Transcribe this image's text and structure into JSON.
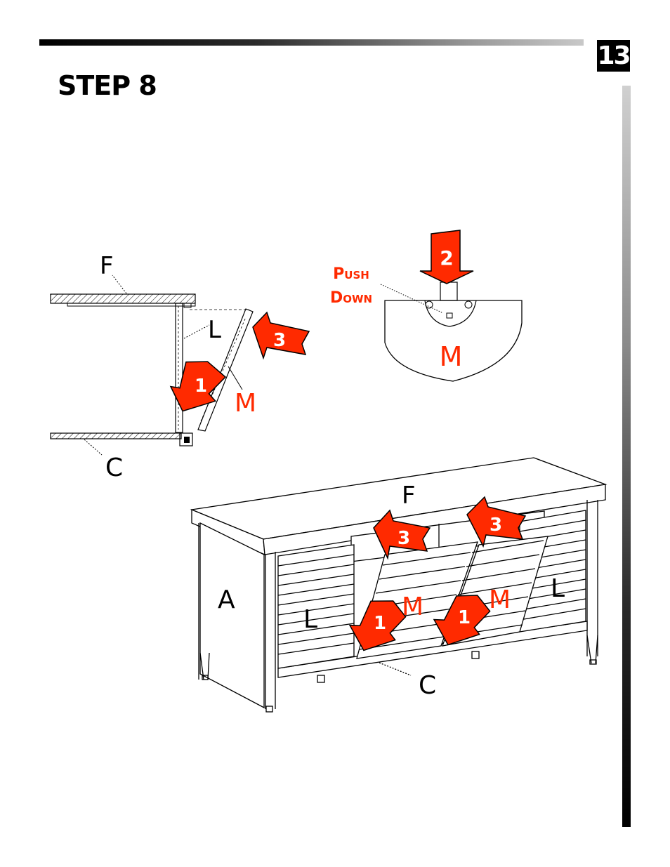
{
  "header": {
    "page_number": "13",
    "step_title": "STEP 8"
  },
  "section_view": {
    "labels": {
      "f": "F",
      "l": "L",
      "m": "M",
      "c": "C"
    },
    "arrows": [
      {
        "number": "1",
        "color": "#ff2a00"
      },
      {
        "number": "3",
        "color": "#ff2a00"
      }
    ]
  },
  "detail_view": {
    "callout_line1": "Push",
    "callout_line2": "Down",
    "label_m": "M",
    "arrow": {
      "number": "2",
      "color": "#ff2a00"
    }
  },
  "cabinet_view": {
    "labels": {
      "f": "F",
      "a": "A",
      "l_left": "L",
      "l_right": "L",
      "m_left": "M",
      "m_right": "M",
      "c": "C"
    },
    "arrows": [
      {
        "number": "3",
        "color": "#ff2a00"
      },
      {
        "number": "3",
        "color": "#ff2a00"
      },
      {
        "number": "1",
        "color": "#ff2a00"
      },
      {
        "number": "1",
        "color": "#ff2a00"
      }
    ]
  },
  "colors": {
    "accent": "#ff2a00",
    "ink": "#000000"
  }
}
